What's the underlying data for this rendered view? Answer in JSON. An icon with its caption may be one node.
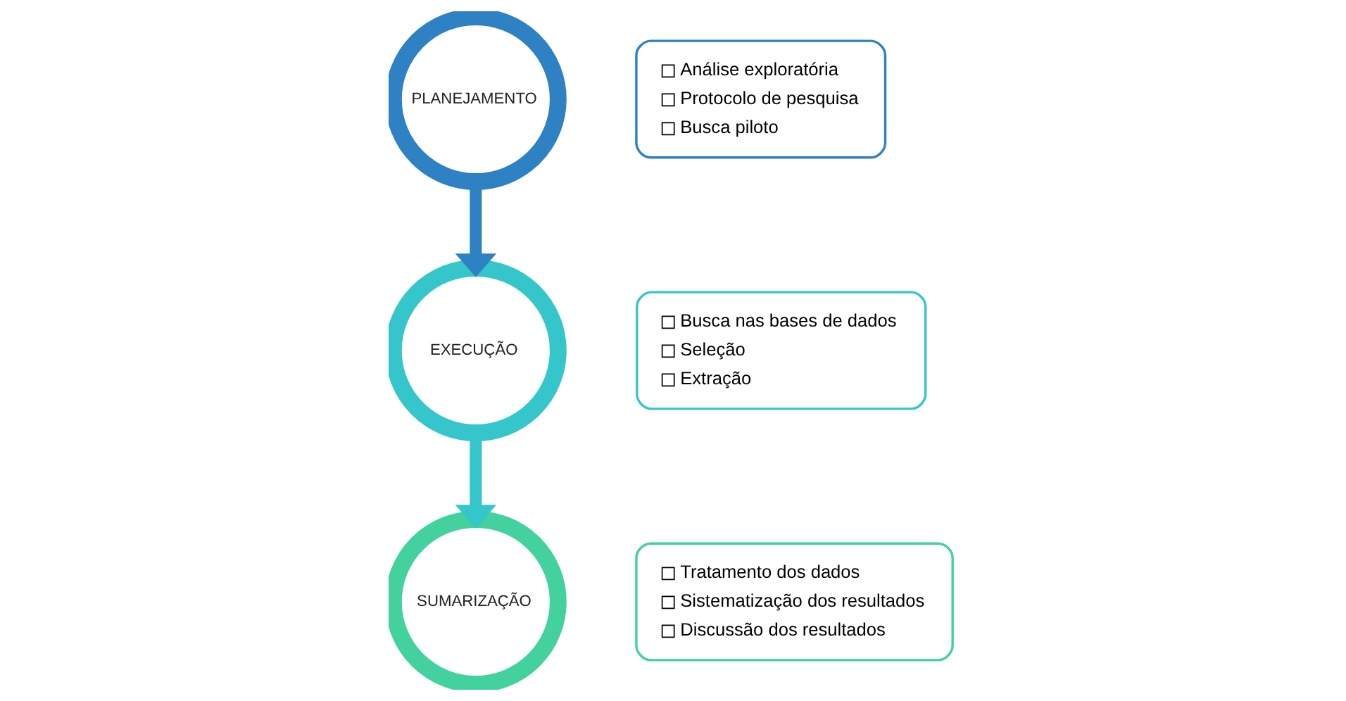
{
  "diagram": {
    "nodes": [
      {
        "text": [
          "PLANEJAMENTO"
        ]
      },
      {
        "text": [
          "Análise exploratória",
          "Protocolo de pesquisa",
          "Busca piloto"
        ]
      },
      {
        "text": [
          "Busca nas bases de dados",
          "Seleção",
          "Extração"
        ]
      },
      {
        "text": [
          "EXECUÇÃO"
        ]
      },
      {
        "text": [
          "SUMARIZAÇÃO"
        ]
      },
      {
        "text": [
          "Tratamento dos dados",
          "Sistematização dos resultados",
          "Discussão dos resultados"
        ]
      }
    ],
    "edges": [
      {
        "from": 0,
        "to": 3,
        "arrow": "to",
        "color": "#2e82c4"
      },
      {
        "from": 3,
        "to": 4,
        "arrow": "to",
        "color": "#35c6cc"
      }
    ]
  }
}
